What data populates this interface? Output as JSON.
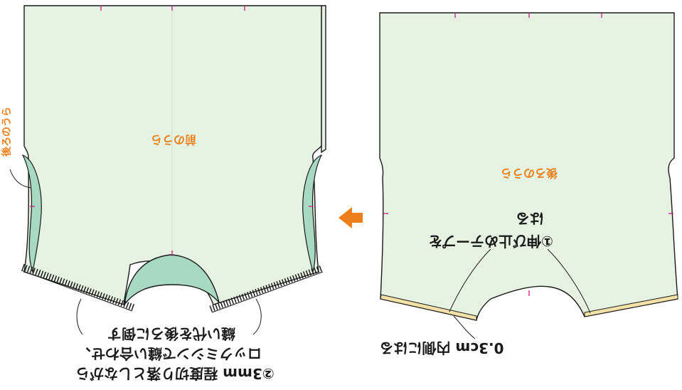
{
  "colors": {
    "fabric": "#e6f3e2",
    "seam_allowance": "#a8d9c2",
    "outline": "#1a1a1a",
    "center_line": "#cfe3d4",
    "tick": "#d0268c",
    "orange": "#ee7f1a",
    "tape": "#f2e2a8"
  },
  "left_piece": {
    "label": "前のうら",
    "side_note": "後ろのうら"
  },
  "right_piece": {
    "label": "後ろのうら",
    "step1_line1": "①伸び止めテープを",
    "step1_line2": "はる",
    "tape_note": "0.3cm 内側にはる"
  },
  "step2": {
    "line1": "②3mm 程度切り落としながら",
    "line2": "ロックミシンで縫い合わせ、",
    "line3": "縫い代を後ろに倒す"
  },
  "arrow": {
    "icon": "arrow-left-icon"
  }
}
